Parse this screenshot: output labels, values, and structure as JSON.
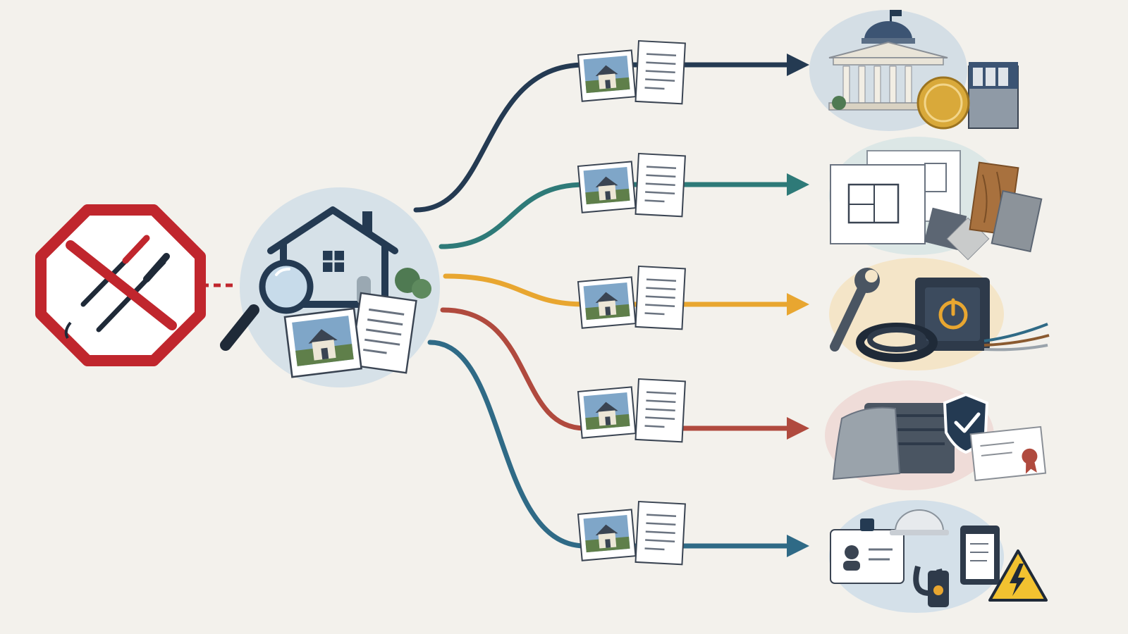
{
  "colors": {
    "background": "#f3f1ec",
    "navy": "#243a52",
    "teal": "#2e7a78",
    "amber": "#e8a630",
    "brick": "#b04a3e",
    "steel": "#2f6a86",
    "forbidden_red": "#c0262d"
  },
  "nodes": {
    "prohibited": {
      "icon": "no-multimeter-probes-icon"
    },
    "inspection_hub": {
      "icons": [
        "house-icon",
        "magnifier-icon",
        "photo-icon",
        "document-icon",
        "tree-icon"
      ]
    }
  },
  "branches": [
    {
      "id": "branch-1",
      "color": "#243a52",
      "evidence": [
        "photo-icon",
        "document-icon"
      ],
      "target_icons": [
        "government-building-icon",
        "coin-icon",
        "file-cabinet-icon"
      ]
    },
    {
      "id": "branch-2",
      "color": "#2e7a78",
      "evidence": [
        "photo-icon",
        "document-icon"
      ],
      "target_icons": [
        "floor-plan-icon",
        "wood-sample-icon",
        "tile-sample-icon",
        "stone-sample-icon"
      ]
    },
    {
      "id": "branch-3",
      "color": "#e8a630",
      "evidence": [
        "photo-icon",
        "document-icon"
      ],
      "target_icons": [
        "wrench-icon",
        "cable-coil-icon",
        "power-panel-icon",
        "wires-icon"
      ]
    },
    {
      "id": "branch-4",
      "color": "#b04a3e",
      "evidence": [
        "photo-icon",
        "document-icon"
      ],
      "target_icons": [
        "covered-equipment-icon",
        "shield-check-icon",
        "certificate-icon"
      ]
    },
    {
      "id": "branch-5",
      "color": "#2f6a86",
      "evidence": [
        "photo-icon",
        "document-icon"
      ],
      "target_icons": [
        "id-badge-icon",
        "hard-hat-icon",
        "clipboard-icon",
        "clamp-meter-icon",
        "high-voltage-warning-icon"
      ]
    }
  ]
}
